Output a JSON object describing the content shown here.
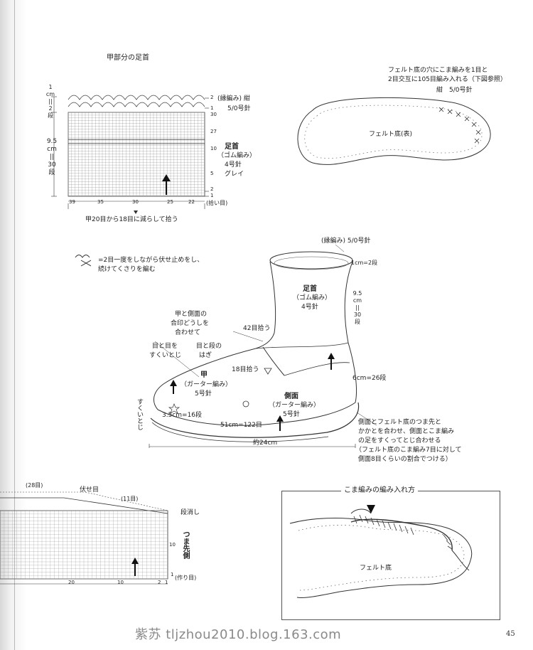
{
  "ankle_chart": {
    "title": "甲部分の足首",
    "left_dim_top": [
      "1",
      "cm",
      "||",
      "2",
      "段"
    ],
    "left_dim_main": [
      "9.5",
      "cm",
      "||",
      "30",
      "段"
    ],
    "edge_label": "(縁編み) 紺",
    "edge_needle": "5/0号針",
    "part_name": "足首",
    "part_stitch": "（ゴム編み）",
    "part_needle": "4号針",
    "part_color": "グレイ",
    "row_marks": [
      "2",
      "1",
      "30",
      "27",
      "10",
      "5",
      "2",
      "1"
    ],
    "col_marks": [
      "39",
      "35",
      "30",
      "25",
      "22"
    ],
    "pickup_note": "(拾い目)",
    "decrease_note": "甲20目から18目に減らして拾う"
  },
  "felt_sole": {
    "note_line1": "フェルト底の穴にこま編みを1目と",
    "note_line2": "2目交互に105目編み入れる（下図参照）",
    "note_color": "紺　5/0号針",
    "label": "フェルト底(表)"
  },
  "symbol_legend": {
    "line1": "=2目一度をしながら伏せ止めをし、",
    "line2": "続けてくさりを編む"
  },
  "boot": {
    "edge_label": "(縁編み) 5/0号針",
    "edge_dim": "1cm=2段",
    "ankle_name": "足首",
    "ankle_stitch": "（ゴム編み）",
    "ankle_needle": "4号針",
    "ankle_height": [
      "9.5",
      "cm",
      "||",
      "30",
      "段"
    ],
    "pickup42": "42目拾う",
    "join_note": [
      "甲と側面の",
      "合印どうしを",
      "合わせて"
    ],
    "join_left": [
      "目と目を",
      "すくいとじ"
    ],
    "join_right": [
      "目と段の",
      "はぎ"
    ],
    "pickup18": "18目拾う",
    "toe_name": "甲",
    "toe_stitch": "（ガーター編み）",
    "toe_needle": "5号針",
    "side_name": "側面",
    "side_stitch": "（ガーター編み）",
    "side_needle": "5号針",
    "side_height": "6cm=26段",
    "toe_dim": "3.5cm=16段",
    "side_stitch_side": "すくいとじ",
    "bottom_dim": "51cm=122目",
    "length": "約24cm",
    "sew_note": [
      "側面とフェルト底のつま先と",
      "かかとを合わせ、側面とこま編み",
      "の足をすくってとじ合わせる",
      "（フェルト底のこま編み7目に対して",
      "側面8目くらいの割合でつける）"
    ]
  },
  "bottom_chart": {
    "top_label": "(28目)",
    "bind_off": "伏せ目",
    "heart_label": "(11目)",
    "dec_label": "段消し",
    "side_label": "つま先側",
    "row_mark": "10",
    "row_mark_low": "1",
    "cast_on": "(作り目)",
    "col_marks": [
      "20",
      "10",
      "2",
      "1"
    ]
  },
  "sc_box": {
    "title": "こま編みの編み入れ方",
    "sole_label": "フェルト底"
  },
  "footer": {
    "watermark": "紫苏 tljzhou2010.blog.163.com",
    "page_number": "45"
  }
}
